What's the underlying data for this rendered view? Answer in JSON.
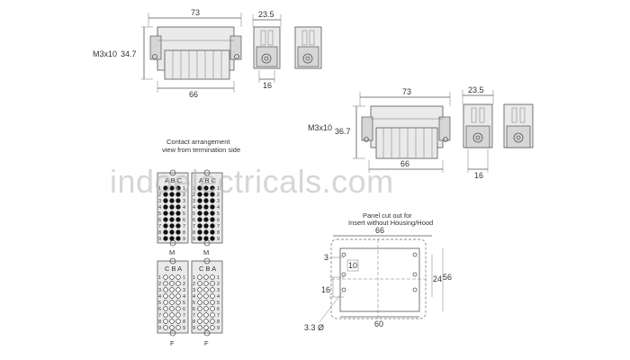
{
  "drawing_top_left": {
    "width_dim": "73",
    "height_dim": "34.7",
    "screw_label": "M3x10",
    "base_dim": "66",
    "side_width_dim": "23.5",
    "side_base_dim": "16"
  },
  "drawing_right": {
    "width_dim": "73",
    "height_dim": "36.7",
    "screw_label": "M3x10",
    "base_dim": "66",
    "side_width_dim": "23.5",
    "side_base_dim": "16"
  },
  "contact_arrangement": {
    "caption_line1": "Contact arrangement",
    "caption_line2": "view from termination side",
    "male_label": "M",
    "female_label": "F",
    "col_letters_male": "A B C",
    "col_letters_female": "C B A",
    "rows": [
      "1",
      "2",
      "3",
      "4",
      "5",
      "6",
      "7",
      "8",
      "9"
    ]
  },
  "panel_cutout": {
    "caption_line1": "Panel cut out for",
    "caption_line2": "Insert without Housing/Hood",
    "outer_width": "66",
    "inner_width": "60",
    "dim_3": "3",
    "dim_10": "10",
    "dim_16": "16",
    "dim_24": "24",
    "dim_56": "56",
    "hole_label": "3.3 Ø"
  },
  "watermark": "indoelectricals.com"
}
